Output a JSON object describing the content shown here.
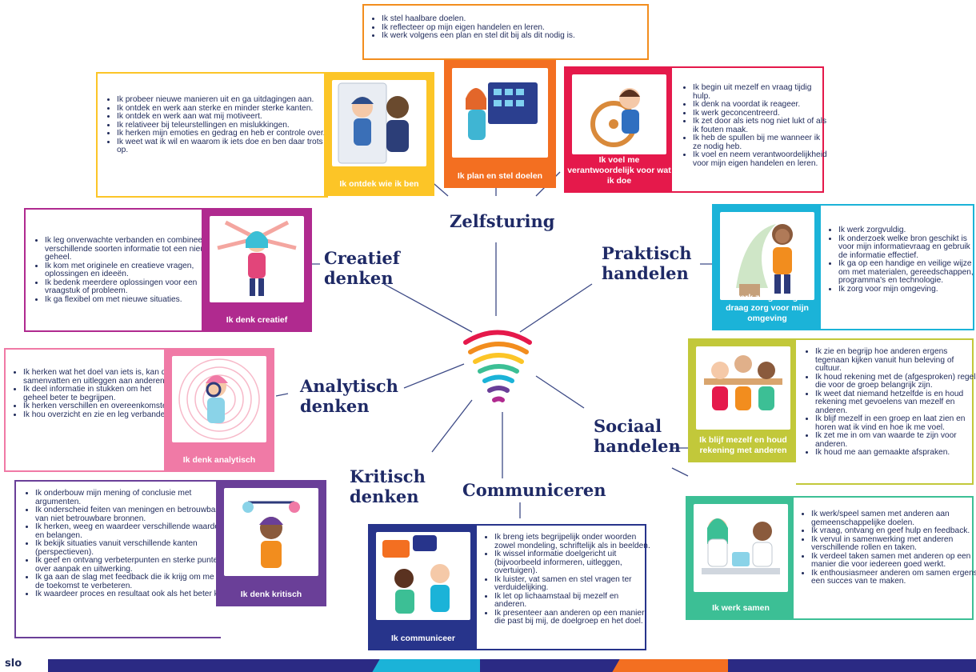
{
  "center": {
    "title": "Zelfsturing"
  },
  "domains": {
    "creatief": "Creatief\ndenken",
    "praktisch": "Praktisch\nhandelen",
    "analytisch": "Analytisch\ndenken",
    "sociaal": "Sociaal\nhandelen",
    "kritisch": "Kritisch\ndenken",
    "communiceren": "Communiceren"
  },
  "cards": {
    "doelen": {
      "items": [
        "Ik stel haalbare doelen.",
        "Ik reflecteer op mijn eigen handelen en leren.",
        "Ik werk volgens een plan en stel dit bij als dit nodig is."
      ],
      "color": "#f28d1e"
    },
    "ontdek": {
      "caption": "Ik ontdek wie ik ben",
      "items": [
        "Ik probeer nieuwe manieren uit en ga uitdagingen aan.",
        "Ik ontdek en werk aan sterke en minder sterke kanten.",
        "Ik ontdek en werk aan wat mij motiveert.",
        "Ik relativeer bij teleurstellingen en mislukkingen.",
        "Ik herken mijn emoties en gedrag en heb er controle over.",
        "Ik weet wat ik wil en waarom ik iets doe en ben daar trots op."
      ],
      "color": "#fcc527"
    },
    "plan": {
      "caption": "Ik plan en stel doelen",
      "color": "#f36f21"
    },
    "verantwoordelijk": {
      "caption": "Ik voel me verantwoordelijk voor wat ik doe",
      "items": [
        "Ik begin uit mezelf en vraag tijdig hulp.",
        "Ik denk na voordat ik reageer.",
        "Ik werk geconcentreerd.",
        "Ik zet door als iets nog niet lukt of als ik fouten maak.",
        "Ik heb de spullen bij me wanneer ik ze nodig heb.",
        "Ik voel en neem verantwoordelijkheid voor mijn eigen handelen en leren."
      ],
      "color": "#e5194b"
    },
    "creatief": {
      "caption": "Ik denk creatief",
      "items": [
        "Ik leg onverwachte verbanden en combineer verschillende soorten informatie tot een nieuw geheel.",
        "Ik kom met originele en creatieve vragen, oplossingen en ideeën.",
        "Ik bedenk meerdere oplossingen voor een vraagstuk of probleem.",
        "Ik ga flexibel om met nieuwe situaties."
      ],
      "color": "#b02a8f"
    },
    "praktisch": {
      "caption": "Ik werk zorgvuldig en draag zorg voor mijn omgeving",
      "items": [
        "Ik werk zorgvuldig.",
        "Ik onderzoek welke bron geschikt is voor mijn informatievraag en gebruik de informatie effectief.",
        "Ik ga op een handige en veilige wijze om met materialen, gereedschappen, programma's en technologie.",
        "Ik zorg voor mijn omgeving."
      ],
      "color": "#1bb3d8"
    },
    "analytisch": {
      "caption": "Ik denk analytisch",
      "items": [
        "Ik herken wat het doel van iets is, kan dit samenvatten en uitleggen aan anderen.",
        "Ik deel informatie in stukken om het geheel beter te begrijpen.",
        "Ik herken verschillen en overeenkomsten.",
        "Ik hou overzicht en zie en leg verbanden."
      ],
      "color": "#f07aa6"
    },
    "sociaal": {
      "caption": "Ik blijf mezelf en houd rekening met anderen",
      "items": [
        "Ik zie en begrijp hoe anderen ergens tegenaan kijken vanuit hun beleving of cultuur.",
        "Ik houd rekening met de (afgesproken) regels die voor de groep belangrijk zijn.",
        "Ik weet dat niemand hetzelfde is en houd rekening met gevoelens van mezelf en anderen.",
        "Ik blijf mezelf in een groep en laat zien en horen wat ik vind en hoe ik me voel.",
        "Ik zet me in om van waarde te zijn voor anderen.",
        "Ik houd me aan gemaakte afspraken."
      ],
      "color": "#c2c83a"
    },
    "kritisch": {
      "caption": "Ik denk kritisch",
      "items": [
        "Ik onderbouw mijn mening of conclusie met argumenten.",
        "Ik onderscheid feiten van meningen en betrouwbare van niet betrouwbare bronnen.",
        "Ik herken, weeg en waardeer verschillende waarden en belangen.",
        "Ik bekijk situaties vanuit verschillende kanten (perspectieven).",
        "Ik geef en ontvang verbeterpunten en sterke punten over aanpak en uitwerking.",
        "Ik ga aan de slag met feedback die ik krijg om me in de toekomst te verbeteren.",
        "Ik waardeer proces en resultaat ook als het beter kan."
      ],
      "color": "#6a3f98"
    },
    "communiceer": {
      "caption": "Ik communiceer",
      "items": [
        "Ik breng iets begrijpelijk onder woorden zowel mondeling, schriftelijk als in beelden.",
        "Ik wissel informatie doelgericht uit (bijvoorbeeld informeren, uitleggen, overtuigen).",
        "Ik luister, vat samen en stel vragen ter verduidelijking.",
        "Ik let op lichaamstaal bij mezelf en anderen.",
        "Ik presenteer aan anderen op een manier die past bij mij, de doelgroep en het doel."
      ],
      "color": "#27348b"
    },
    "samen": {
      "caption": "Ik werk samen",
      "items": [
        "Ik werk/speel samen met anderen aan gemeenschappelijke doelen.",
        "Ik vraag, ontvang en geef hulp en feedback.",
        "Ik vervul in samenwerking met anderen verschillende rollen en taken.",
        "Ik verdeel taken samen met anderen op een manier die voor iedereen goed werkt.",
        "Ik enthousiasmeer anderen om samen ergens een succes van te maken."
      ],
      "color": "#3cbf95"
    }
  },
  "footer": {
    "logo": "slo"
  }
}
